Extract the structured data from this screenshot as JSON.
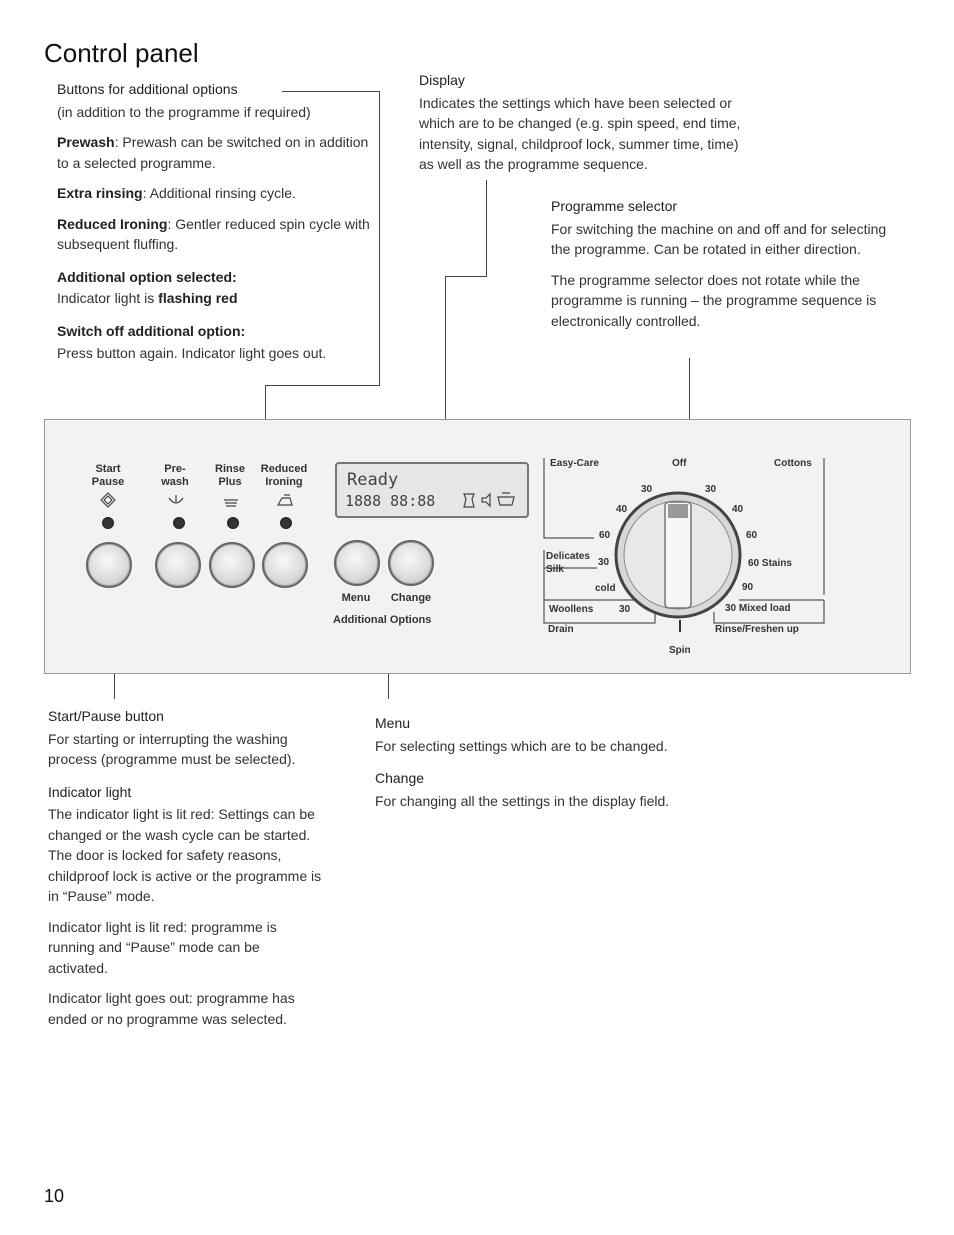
{
  "page": {
    "title": "Control panel",
    "page_number": "10"
  },
  "additional_options": {
    "heading": "Buttons for additional options",
    "subtitle": "(in addition to the programme if required)",
    "prewash_term": "Prewash",
    "prewash_text": ": Prewash can be switched on in addition to a selected programme.",
    "extra_rinsing_term": "Extra rinsing",
    "extra_rinsing_text": ": Additional rinsing cycle.",
    "reduced_ironing_term": "Reduced Ironing",
    "reduced_ironing_text": ": Gentler reduced spin cycle with subsequent fluffing.",
    "selected_heading": "Additional option selected:",
    "selected_text": "Indicator light is ",
    "selected_emph": "flashing red",
    "switch_off_heading": "Switch off additional option:",
    "switch_off_text": "Press button again. Indicator light goes out."
  },
  "display_section": {
    "heading": "Display",
    "text": "Indicates the settings which have been selected or which are to be changed (e.g. spin speed, end time, intensity, signal, childproof lock, summer time, time) as well as the programme sequence."
  },
  "programme_selector": {
    "heading": "Programme selector",
    "text1": "For switching the machine on and off and for selecting the programme. Can be rotated in either direction.",
    "text2": "The programme selector does not rotate while the programme is running – the programme sequence is electronically controlled."
  },
  "panel": {
    "buttons": [
      {
        "label_line1": "Start",
        "label_line2": "Pause",
        "icon": "diamond-icon"
      },
      {
        "label_line1": "Pre-",
        "label_line2": "wash",
        "icon": "tub-icon"
      },
      {
        "label_line1": "Rinse",
        "label_line2": "Plus",
        "icon": "rinse-icon"
      },
      {
        "label_line1": "Reduced",
        "label_line2": "Ironing",
        "icon": "iron-icon"
      }
    ],
    "display_ready": "Ready",
    "display_digits": "1888 88:88",
    "menu_label": "Menu",
    "change_label": "Change",
    "additional_options_label": "Additional Options",
    "dial": {
      "easy_care": "Easy-Care",
      "off": "Off",
      "cottons": "Cottons",
      "delicates_silk_1": "Delicates",
      "delicates_silk_2": "Silk",
      "woollens": "Woollens",
      "drain": "Drain",
      "spin": "Spin",
      "stains": "60 Stains",
      "mixed_load": "30 Mixed load",
      "rinse_freshen": "Rinse/Freshen up",
      "t30a": "30",
      "t30b": "30",
      "t40a": "40",
      "t40b": "40",
      "t60a": "60",
      "t60b": "60",
      "t30c": "30",
      "cold": "cold",
      "t30d": "30",
      "t90": "90"
    }
  },
  "start_pause": {
    "heading": "Start/Pause button",
    "text": "For starting or interrupting the washing process (programme must be selected)."
  },
  "indicator": {
    "heading": "Indicator light",
    "text1": "The indicator light is lit red: Settings can be changed or the wash cycle can be started. The door is locked for safety reasons, childproof lock is active or the programme is in “Pause” mode.",
    "text2": "Indicator light is lit red: programme is running and “Pause” mode can be activated.",
    "text3": "Indicator light goes out: programme has ended or no programme was selected."
  },
  "menu": {
    "heading": "Menu",
    "text": "For selecting settings which are to be changed."
  },
  "change": {
    "heading": "Change",
    "text": "For changing all the settings in the display field."
  }
}
